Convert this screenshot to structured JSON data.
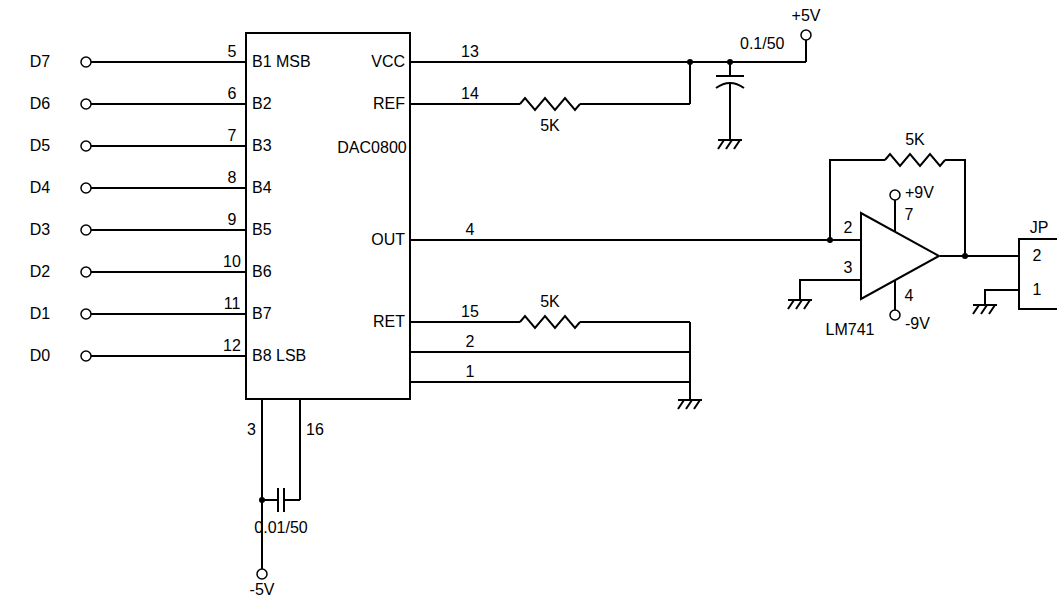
{
  "diagram": {
    "nodes": [
      {
        "text": [
          "DAC0800"
        ]
      },
      {
        "text": [
          "LM741"
        ]
      },
      {
        "text": [
          "JP"
        ]
      }
    ],
    "edges": [
      {
        "from": 0,
        "to": 1,
        "arrow": "none"
      },
      {
        "from": 1,
        "to": 2,
        "arrow": "none"
      }
    ],
    "labels": [
      "D7",
      "D6",
      "D5",
      "D4",
      "D3",
      "D2",
      "D1",
      "D0",
      "5",
      "6",
      "7",
      "8",
      "9",
      "10",
      "11",
      "12",
      "B1 MSB",
      "B2",
      "B3",
      "B4",
      "B5",
      "B6",
      "B7",
      "B8 LSB",
      "VCC",
      "REF",
      "OUT",
      "RET",
      "13",
      "14",
      "4",
      "15",
      "2",
      "1",
      "3",
      "16",
      "0.01/50",
      "-5V",
      "+5V",
      "0.1/50",
      "5K",
      "5K",
      "5K",
      "+9V",
      "-9V",
      "2",
      "3",
      "7",
      "4",
      "2",
      "1"
    ]
  }
}
